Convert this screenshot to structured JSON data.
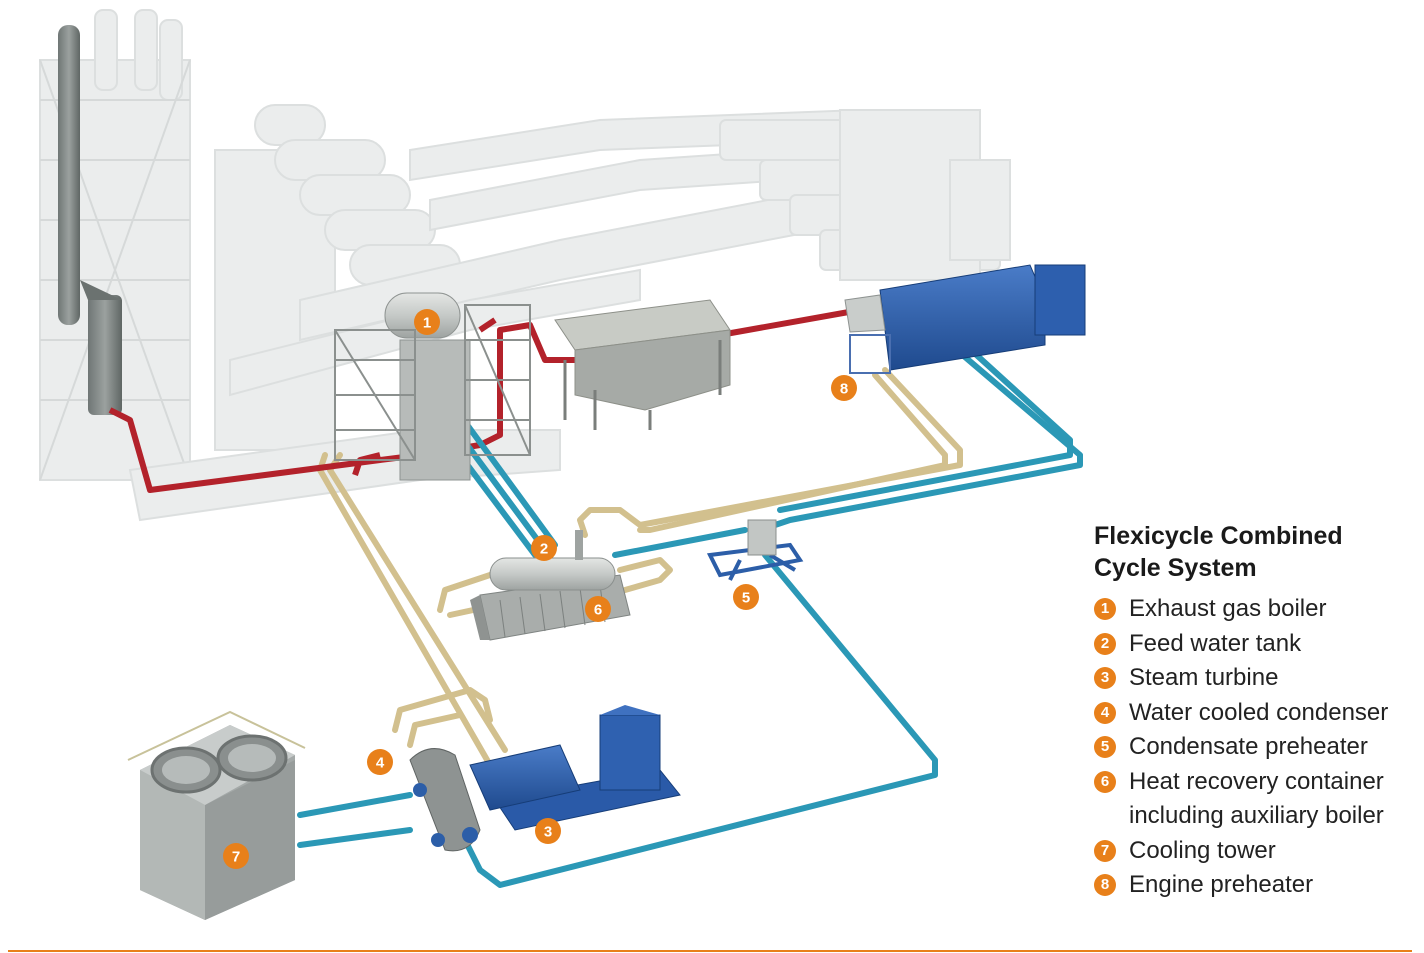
{
  "legend": {
    "title_line1": "Flexicycle Combined",
    "title_line2": "Cycle System",
    "items": [
      {
        "num": "1",
        "label": "Exhaust gas boiler"
      },
      {
        "num": "2",
        "label": "Feed water tank"
      },
      {
        "num": "3",
        "label": "Steam turbine"
      },
      {
        "num": "4",
        "label": "Water cooled condenser"
      },
      {
        "num": "5",
        "label": "Condensate preheater"
      },
      {
        "num": "6",
        "label": "Heat recovery container including auxiliary boiler"
      },
      {
        "num": "7",
        "label": "Cooling tower"
      },
      {
        "num": "8",
        "label": "Engine preheater"
      }
    ]
  },
  "colors": {
    "accent": "#e8801a",
    "exhaust_pipe": "#b5202a",
    "cooling_water_pipe": "#2a97b5",
    "steam_pipe": "#d9c79a",
    "equipment_blue": "#2a5aa8",
    "equipment_gray": "#a9adad",
    "ghost_plant": "#e6e8e8"
  }
}
